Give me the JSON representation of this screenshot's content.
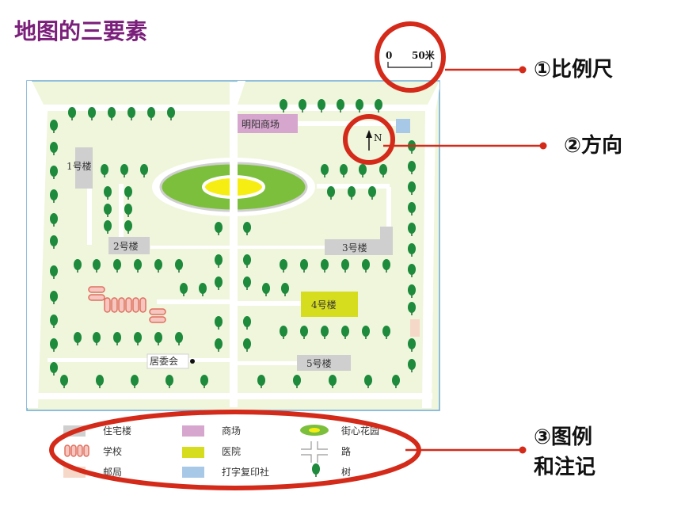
{
  "title": "地图的三要素",
  "scale_bar": {
    "zero": "0",
    "distance": "50米"
  },
  "north_label": "N",
  "callouts": {
    "scale": "①比例尺",
    "direction": "②方向",
    "legend_line1": "③图例",
    "legend_line2": "和注记"
  },
  "map_labels": {
    "mall": "明阳商场",
    "building1": "1号楼",
    "building2": "2号楼",
    "building3": "3号楼",
    "building4": "4号楼",
    "building5": "5号楼",
    "committee": "居委会"
  },
  "legend": [
    {
      "key": "residential",
      "label": "住宅楼"
    },
    {
      "key": "mall",
      "label": "商场"
    },
    {
      "key": "garden",
      "label": "街心花园"
    },
    {
      "key": "school",
      "label": "学校"
    },
    {
      "key": "hospital",
      "label": "医院"
    },
    {
      "key": "road",
      "label": "路"
    },
    {
      "key": "post",
      "label": "邮局"
    },
    {
      "key": "print",
      "label": "打字复印社"
    },
    {
      "key": "tree",
      "label": "树"
    }
  ],
  "colors": {
    "title": "#7a1f7a",
    "map_bg": "#f0f6dc",
    "road": "#ffffff",
    "building": "#cfcfcf",
    "mall": "#d7a6cf",
    "hospital": "#d6dc1e",
    "print": "#a8c8e8",
    "post": "#f6d8c8",
    "school": "#f4a39a",
    "garden_green": "#7cbf3c",
    "garden_yellow": "#f6ee12",
    "tree": "#1d8a3c",
    "highlight": "#d42a1a"
  }
}
